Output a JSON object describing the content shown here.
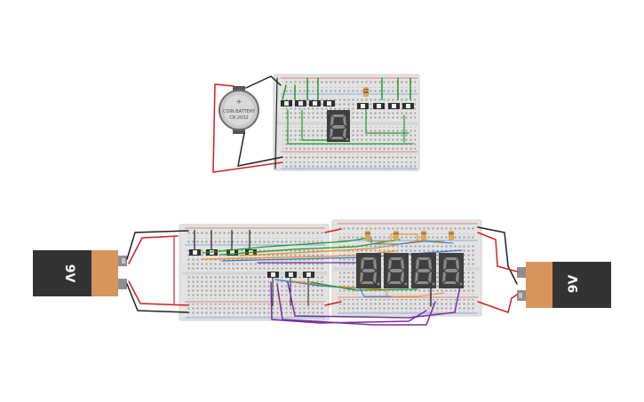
{
  "colors": {
    "wire_red": "#d42020",
    "wire_black": "#222222",
    "wire_green": "#1f9a2a",
    "wire_orange": "#ef8a1c",
    "wire_blue": "#2a7bd4",
    "wire_purple": "#7a2c9c",
    "seg_off": "#8c8c8c",
    "display_body": "#3f3f3f",
    "battery_body": "#333333",
    "battery_cap": "#d8955a",
    "breadboard": "#e5e5e5"
  },
  "components": {
    "coin_cell": {
      "plus_symbol": "+",
      "label_line1": "COIN BATTERY",
      "label_line2": "CR 2032"
    },
    "battery_left": {
      "label": "9V"
    },
    "battery_right": {
      "label": "9V"
    },
    "seven_segment_top": {
      "count": 1
    },
    "seven_segment_bottom": {
      "count": 4
    }
  }
}
